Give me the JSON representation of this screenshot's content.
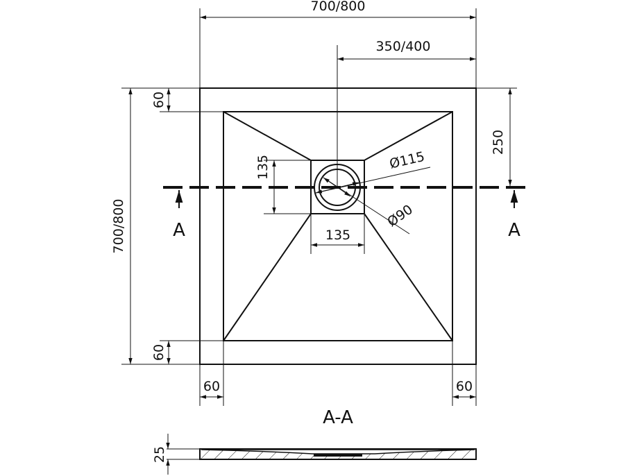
{
  "drawing": {
    "width_label": "700/800",
    "height_label": "700/800",
    "half_width_label": "350/400",
    "drain_offset_label": "250",
    "border_top_label": "60",
    "border_bottom_label": "60",
    "border_left_label": "60",
    "border_right_label": "60",
    "drain_height_label": "135",
    "drain_width_label": "135",
    "outer_diameter_label": "Ø115",
    "inner_diameter_label": "Ø90",
    "section_marker_left": "A",
    "section_marker_right": "A",
    "section_title": "A-A",
    "thickness_label": "25"
  }
}
